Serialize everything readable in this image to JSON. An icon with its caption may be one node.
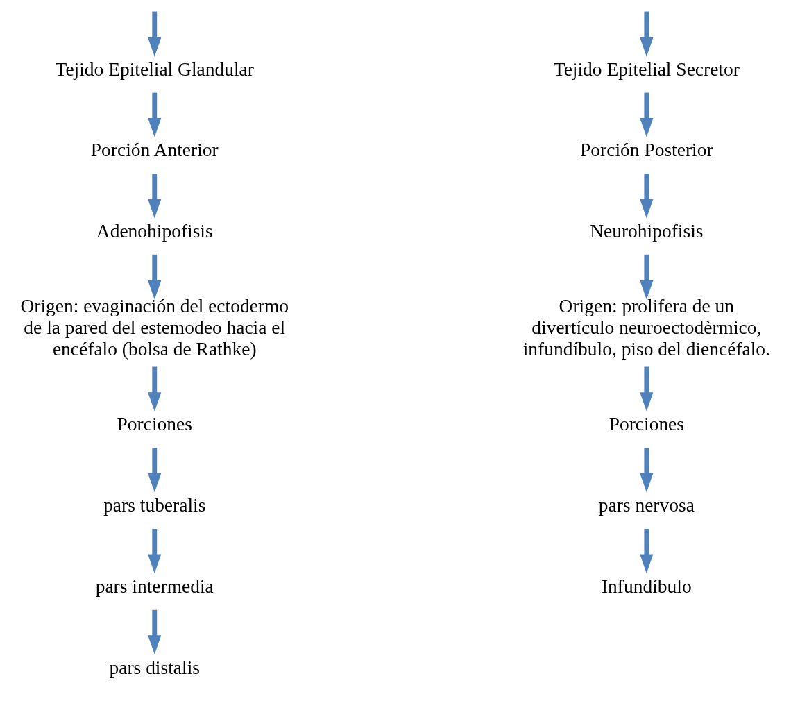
{
  "diagram": {
    "nodes": [
      {
        "text": [
          "Tejido Epitelial Glandular"
        ]
      },
      {
        "text": [
          "Porción Anterior"
        ]
      },
      {
        "text": [
          "Adenohipofisis"
        ]
      },
      {
        "text": [
          "Origen: evaginación del ectodermo de la pared del estemodeo hacia el encéfalo (bolsa de Rathke)"
        ]
      },
      {
        "text": [
          "Porciones"
        ]
      },
      {
        "text": [
          "pars tuberalis"
        ]
      },
      {
        "text": [
          "pars intermedia"
        ]
      },
      {
        "text": [
          "pars distalis"
        ]
      },
      {
        "text": [
          "Tejido Epitelial Secretor"
        ]
      },
      {
        "text": [
          "Porción Posterior"
        ]
      },
      {
        "text": [
          "Neurohipofisis"
        ]
      },
      {
        "text": [
          "Origen: prolifera de un divertículo neuroectodèrmico, infundíbulo, piso del diencéfalo."
        ]
      },
      {
        "text": [
          "Porciones"
        ]
      },
      {
        "text": [
          "pars nervosa"
        ]
      },
      {
        "text": [
          "Infundíbulo"
        ]
      }
    ],
    "edges": [
      {
        "from": null,
        "to": 0,
        "arrow": "to"
      },
      {
        "from": 0,
        "to": 1,
        "arrow": "to"
      },
      {
        "from": 1,
        "to": 2,
        "arrow": "to"
      },
      {
        "from": 2,
        "to": 3,
        "arrow": "to"
      },
      {
        "from": 3,
        "to": 4,
        "arrow": "to"
      },
      {
        "from": 4,
        "to": 5,
        "arrow": "to"
      },
      {
        "from": 5,
        "to": 6,
        "arrow": "to"
      },
      {
        "from": 6,
        "to": 7,
        "arrow": "to"
      },
      {
        "from": null,
        "to": 8,
        "arrow": "to"
      },
      {
        "from": 8,
        "to": 9,
        "arrow": "to"
      },
      {
        "from": 9,
        "to": 10,
        "arrow": "to"
      },
      {
        "from": 10,
        "to": 11,
        "arrow": "to"
      },
      {
        "from": 11,
        "to": 12,
        "arrow": "to"
      },
      {
        "from": 12,
        "to": 13,
        "arrow": "to"
      },
      {
        "from": 13,
        "to": 14,
        "arrow": "to"
      }
    ]
  }
}
